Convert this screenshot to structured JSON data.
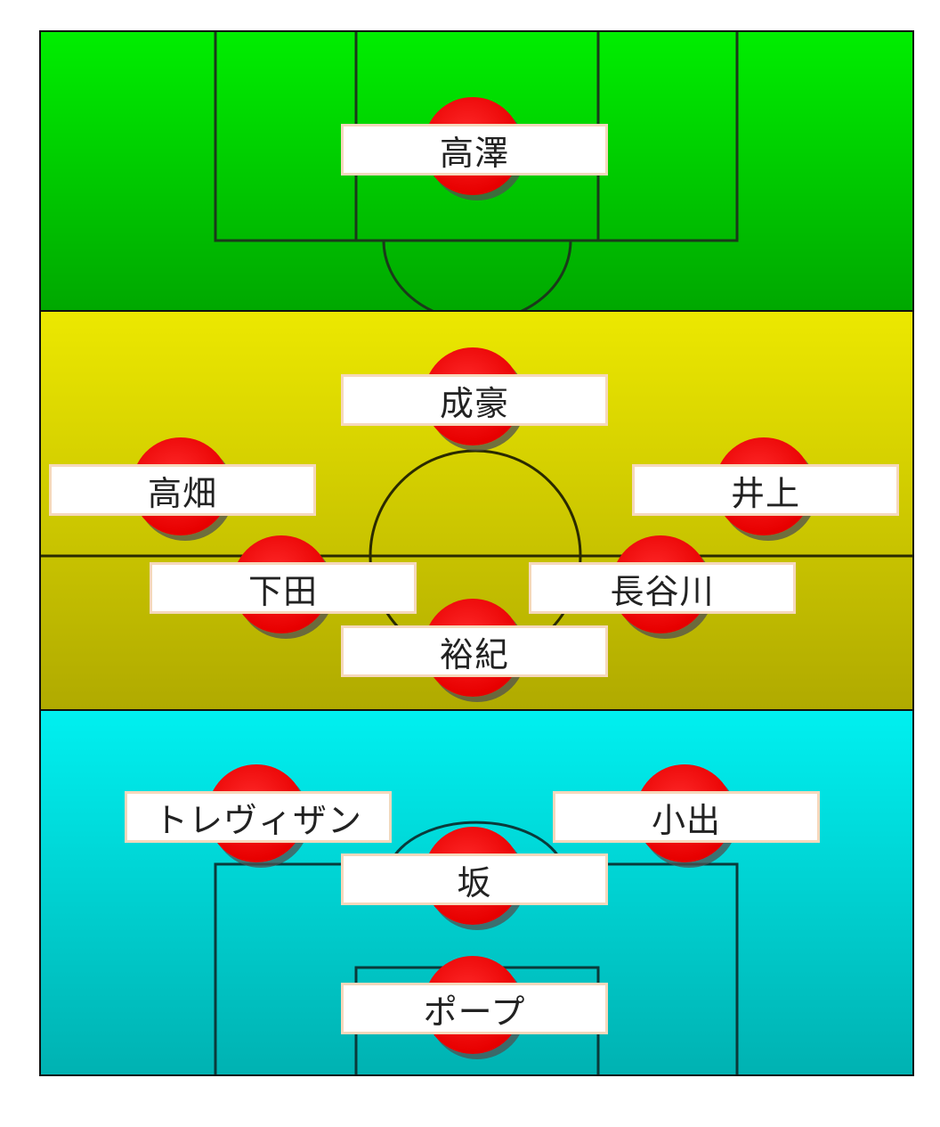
{
  "formation": {
    "sections": [
      {
        "name": "goalkeeper",
        "color_top": "#00ee00",
        "color_bottom": "#00a800"
      },
      {
        "name": "midfield",
        "color_top": "#ece800",
        "color_bottom": "#b0aa00"
      },
      {
        "name": "defense",
        "color_top": "#00f0f0",
        "color_bottom": "#00b2b2"
      }
    ],
    "player_disc_color": "#ff0000",
    "label_border_color": "#f5d8bc",
    "players": [
      {
        "id": "p1",
        "name": "高澤"
      },
      {
        "id": "p2",
        "name": "成豪"
      },
      {
        "id": "p3",
        "name": "高畑"
      },
      {
        "id": "p4",
        "name": "井上"
      },
      {
        "id": "p5",
        "name": "下田"
      },
      {
        "id": "p6",
        "name": "長谷川"
      },
      {
        "id": "p7",
        "name": "裕紀"
      },
      {
        "id": "p8",
        "name": "トレヴィザン"
      },
      {
        "id": "p9",
        "name": "小出"
      },
      {
        "id": "p10",
        "name": "坂"
      },
      {
        "id": "p11",
        "name": "ポープ"
      }
    ]
  }
}
